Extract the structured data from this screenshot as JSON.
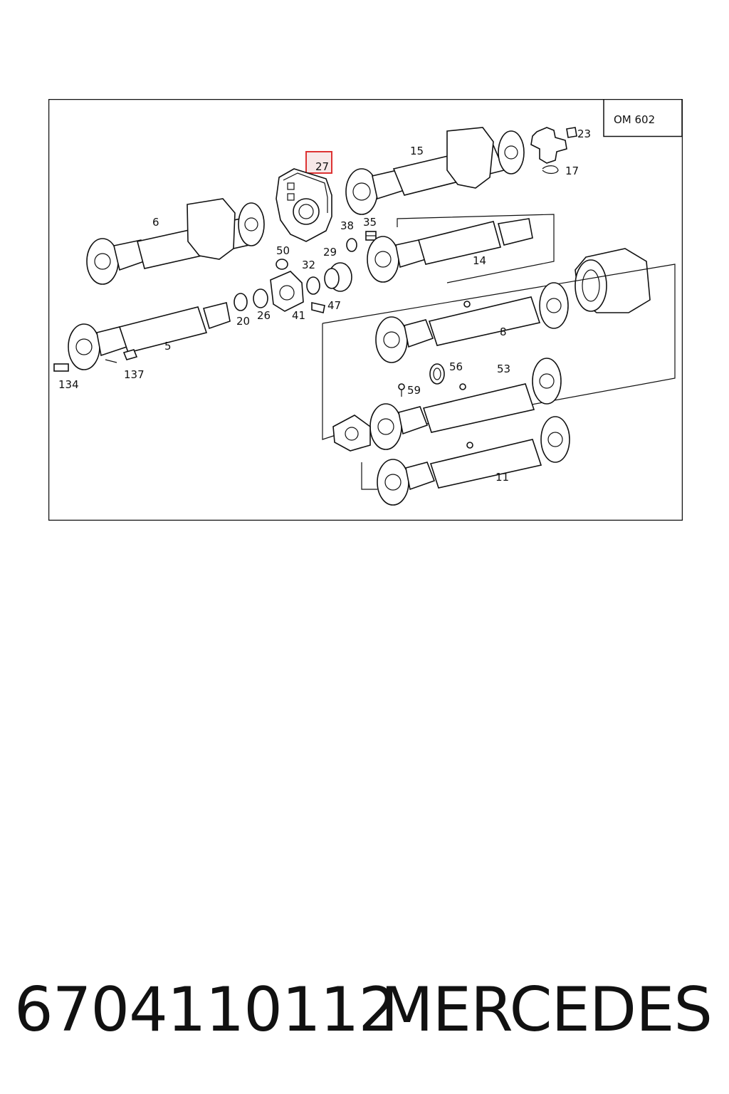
{
  "diagram": {
    "model_label": "OM 602",
    "highlighted_label": "27",
    "labels": [
      "23",
      "15",
      "17",
      "6",
      "38",
      "35",
      "50",
      "29",
      "32",
      "14",
      "47",
      "20",
      "26",
      "41",
      "5",
      "8",
      "56",
      "53",
      "137",
      "134",
      "59",
      "11"
    ]
  },
  "footer": {
    "part_number": "6704110112",
    "brand": "MERCEDES"
  }
}
